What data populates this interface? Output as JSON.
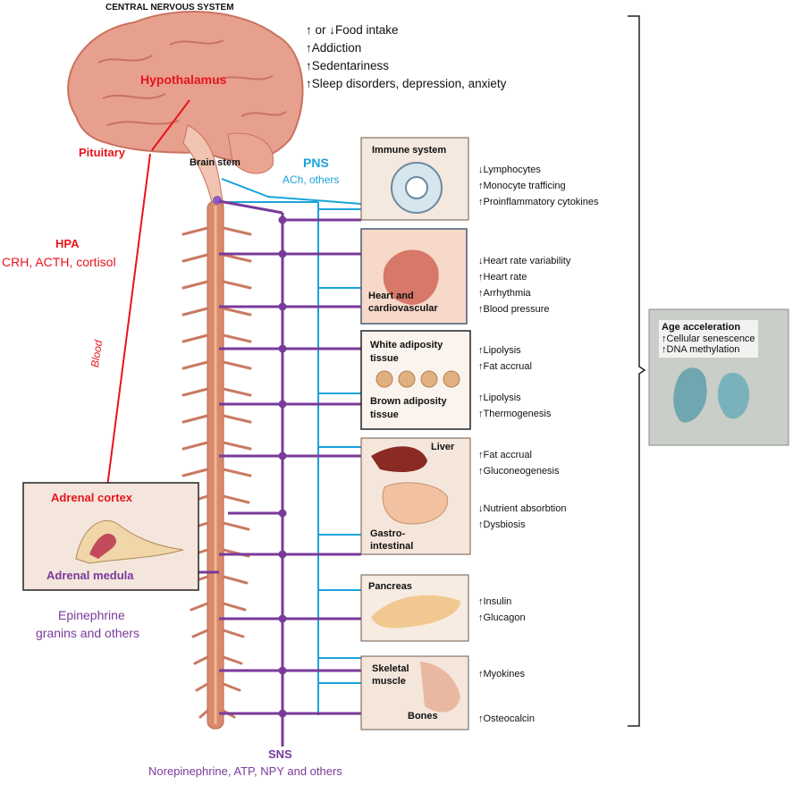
{
  "header": {
    "cns_label": "CENTRAL NERVOUS SYSTEM"
  },
  "brain_effects": [
    "↑ or ↓Food intake",
    "↑Addiction",
    "↑Sedentariness",
    "↑Sleep disorders, depression, anxiety"
  ],
  "brain": {
    "hypothalamus": "Hypothalamus",
    "pituitary": "Pituitary",
    "brain_stem": "Brain stem"
  },
  "hpa": {
    "title": "HPA",
    "hormones": "CRH, ACTH, cortisol",
    "blood": "Blood"
  },
  "pns": {
    "title": "PNS",
    "transmitters": "ACh, others"
  },
  "adrenal": {
    "cortex": "Adrenal cortex",
    "medula": "Adrenal medula",
    "secretions_line1": "Epinephrine",
    "secretions_line2": "granins and others"
  },
  "sns": {
    "title": "SNS",
    "transmitters": "Norepinephrine, ATP, NPY and others"
  },
  "organs": {
    "immune": {
      "label": "Immune system",
      "effects": [
        "↓Lymphocytes",
        "↑Monocyte trafficing",
        "↑Proinflammatory cytokines"
      ]
    },
    "heart": {
      "label_line1": "Heart and",
      "label_line2": "cardiovascular",
      "effects": [
        "↓Heart rate variability",
        "↑Heart rate",
        "↑Arrhythmia",
        "↑Blood pressure"
      ]
    },
    "white_adipose": {
      "label_line1": "White adiposity",
      "label_line2": "tissue",
      "effects": [
        "↑Lipolysis",
        "↑Fat accrual"
      ]
    },
    "brown_adipose": {
      "label_line1": "Brown adiposity",
      "label_line2": "tissue",
      "effects": [
        "↑Lipolysis",
        "↑Thermogenesis"
      ]
    },
    "liver": {
      "label": "Liver",
      "effects": [
        "↑Fat accrual",
        "↑Gluconeogenesis"
      ]
    },
    "gi": {
      "label_line1": "Gastro-",
      "label_line2": "intestinal",
      "effects": [
        "↓Nutrient absorbtion",
        "↑Dysbiosis"
      ]
    },
    "pancreas": {
      "label": "Pancreas",
      "effects": [
        "↑Insulin",
        "↑Glucagon"
      ]
    },
    "muscle": {
      "label_line1": "Skeletal",
      "label_line2": "muscle",
      "effects": [
        "↑Myokines"
      ]
    },
    "bones": {
      "label": "Bones",
      "effects": [
        "↑Osteocalcin"
      ]
    }
  },
  "age": {
    "title": "Age acceleration",
    "items": [
      "↑Cellular senescence",
      "↑DNA methylation"
    ]
  },
  "colors": {
    "red": "#e8141c",
    "purple": "#7a3a9a",
    "blue": "#1ba3db"
  }
}
